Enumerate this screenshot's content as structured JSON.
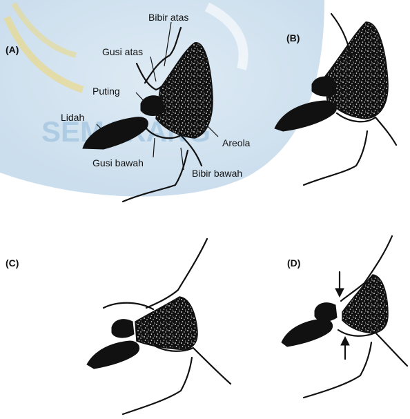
{
  "panels": {
    "A": {
      "label": "(A)",
      "parts": {
        "bibir_atas": "Bibir atas",
        "gusi_atas": "Gusi atas",
        "puting": "Puting",
        "lidah": "Lidah",
        "areola": "Areola",
        "gusi_bawah": "Gusi bawah",
        "bibir_bawah": "Bibir bawah"
      }
    },
    "B": {
      "label": "(B)"
    },
    "C": {
      "label": "(C)"
    },
    "D": {
      "label": "(D)"
    }
  },
  "watermark": {
    "text": "SEMARANG",
    "color": "#9fc3df"
  },
  "colors": {
    "ink": "#111111",
    "watermark_bg": "#cfe0ee"
  }
}
